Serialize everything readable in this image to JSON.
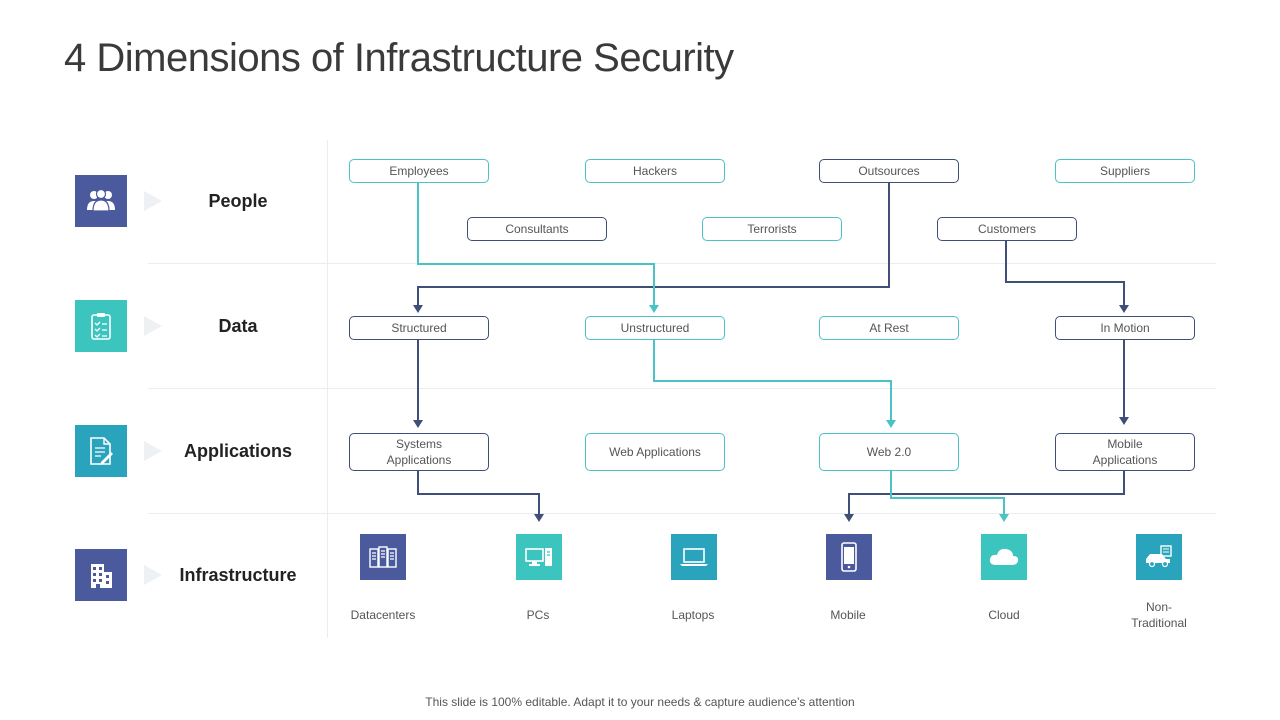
{
  "title": "4 Dimensions of Infrastructure Security",
  "colors": {
    "navy": "#4a5a9c",
    "teal": "#3cc4bf",
    "cyan": "#2aa3bd",
    "dark_line": "#3f4f77",
    "teal_line": "#4bc3c6"
  },
  "rows": [
    {
      "label": "People",
      "icon": "people-icon"
    },
    {
      "label": "Data",
      "icon": "clipboard-icon"
    },
    {
      "label": "Applications",
      "icon": "document-icon"
    },
    {
      "label": "Infrastructure",
      "icon": "building-icon"
    }
  ],
  "people": [
    "Employees",
    "Hackers",
    "Outsources",
    "Suppliers",
    "Consultants",
    "Terrorists",
    "Customers"
  ],
  "data": [
    "Structured",
    "Unstructured",
    "At Rest",
    "In Motion"
  ],
  "applications": [
    "Systems\nApplications",
    "Web Applications",
    "Web 2.0",
    "Mobile\nApplications"
  ],
  "infrastructure": [
    {
      "label": "Datacenters",
      "icon": "server-icon"
    },
    {
      "label": "PCs",
      "icon": "desktop-pc-icon"
    },
    {
      "label": "Laptops",
      "icon": "laptop-icon"
    },
    {
      "label": "Mobile",
      "icon": "smartphone-icon"
    },
    {
      "label": "Cloud",
      "icon": "cloud-icon"
    },
    {
      "label": "Non-\nTraditional",
      "icon": "vehicle-icon"
    }
  ],
  "footer": "This slide is 100% editable. Adapt it to your needs & capture audience’s attention"
}
